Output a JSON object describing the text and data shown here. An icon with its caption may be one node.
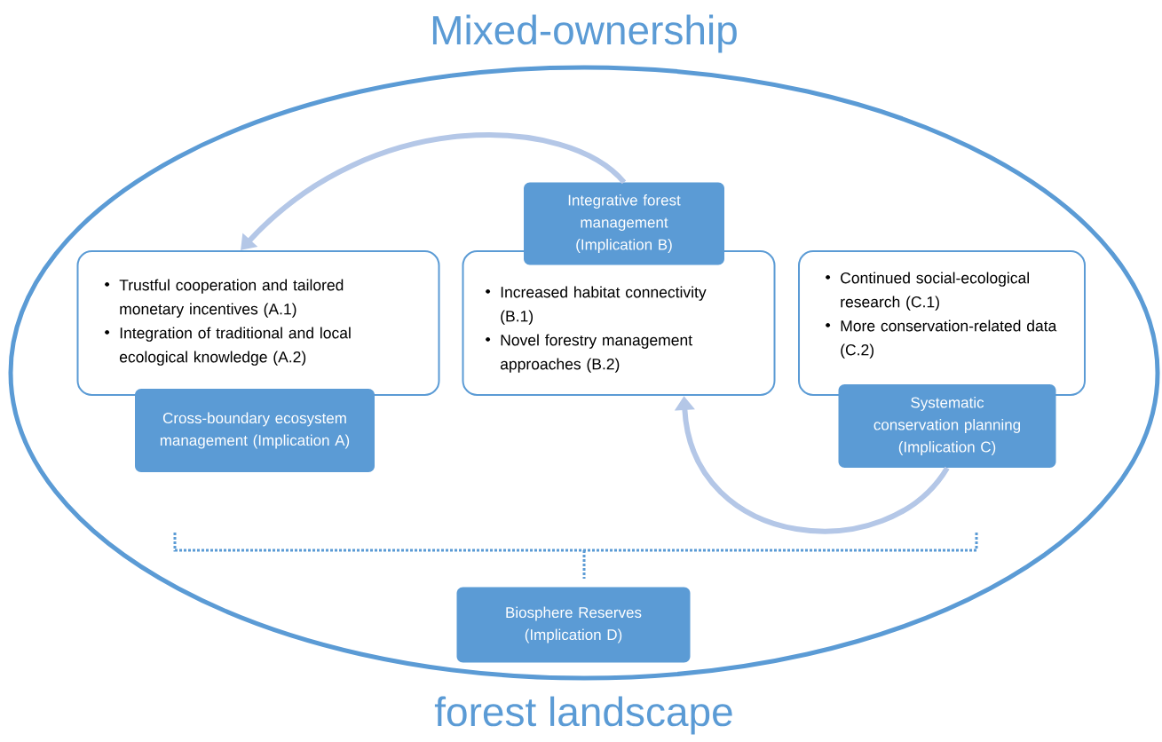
{
  "diagram": {
    "nodes": [
      {
        "text": [
          "Mixed-ownership",
          "forest landscape"
        ]
      },
      {
        "text": [
          "Trustful cooperation and tailored monetary incentives (A.1)",
          "Integration of traditional and local ecological knowledge (A.2)"
        ],
        "in": 0
      },
      {
        "text": [
          "Cross-boundary ecosystem management (Implication A)"
        ],
        "in": 0
      },
      {
        "text": [
          "Integrative forest management (Implication B)"
        ],
        "in": 0
      },
      {
        "text": [
          "Increased habitat connectivity (B.1)",
          "Novel forestry management approaches (B.2)"
        ],
        "in": 0
      },
      {
        "text": [
          "Continued social-ecological research (C.1)",
          "More conservation-related data (C.2)"
        ],
        "in": 0
      },
      {
        "text": [
          "Systematic conservation planning (Implication C)"
        ],
        "in": 0
      },
      {
        "text": [
          "Biosphere Reserves (Implication D)"
        ],
        "in": 0
      }
    ],
    "edges": [
      {
        "from": 3,
        "to": 1,
        "arrow": "to"
      },
      {
        "from": 6,
        "to": 4,
        "arrow": "to"
      }
    ]
  }
}
